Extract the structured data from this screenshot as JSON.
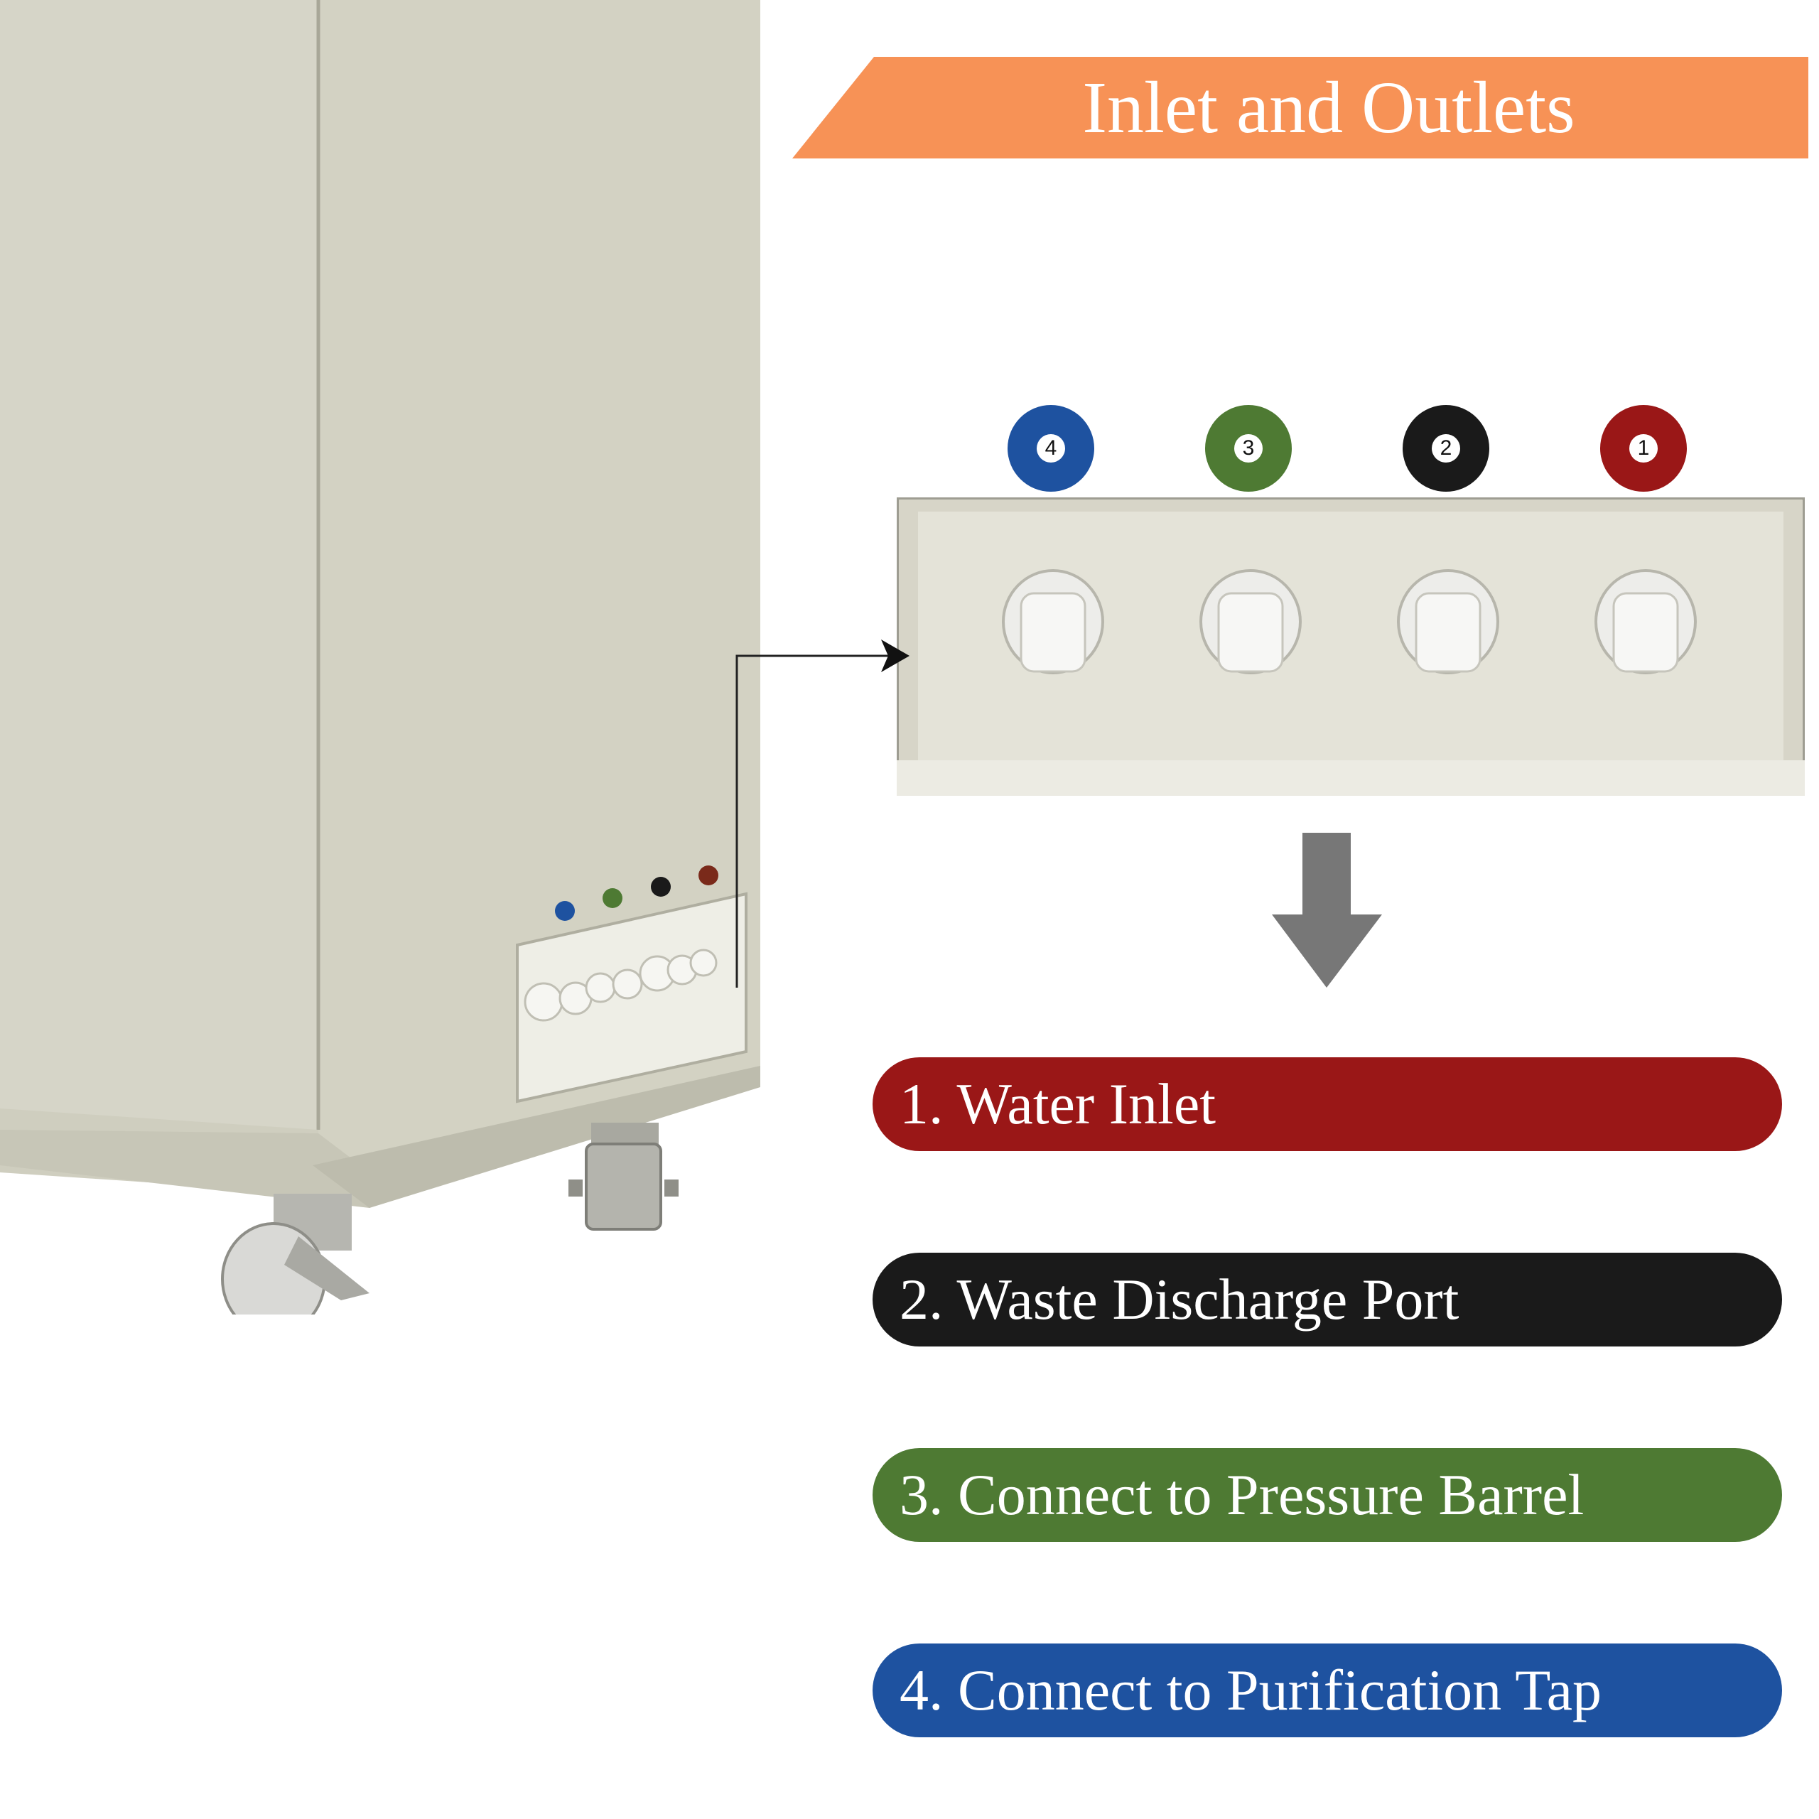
{
  "title": "Inlet and Outlets",
  "colors": {
    "banner": "#F79256",
    "red": "#9A1717",
    "black": "#1A1A1A",
    "green": "#4E7A33",
    "blue": "#1E52A0",
    "cabinet": "#D6D5C7",
    "arrow_gray": "#777777"
  },
  "ports": [
    {
      "number": "4",
      "color": "#1E52A0"
    },
    {
      "number": "3",
      "color": "#4E7A33"
    },
    {
      "number": "2",
      "color": "#1A1A1A"
    },
    {
      "number": "1",
      "color": "#9A1717"
    }
  ],
  "legend": [
    {
      "label": "1. Water Inlet",
      "color": "#9A1717"
    },
    {
      "label": "2. Waste Discharge Port",
      "color": "#1A1A1A"
    },
    {
      "label": "3. Connect to Pressure Barrel",
      "color": "#4E7A33"
    },
    {
      "label": "4. Connect to Purification Tap",
      "color": "#1E52A0"
    }
  ],
  "icons": {
    "pointer": "arrow-right-icon",
    "down": "arrow-down-icon"
  }
}
